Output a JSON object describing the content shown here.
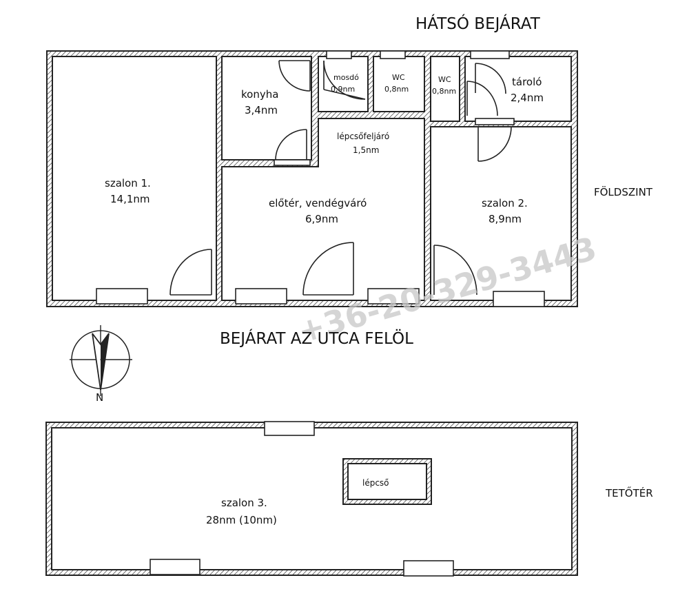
{
  "headings": {
    "back_entrance": "HÁTSÓ BEJÁRAT",
    "street_entrance": "BEJÁRAT AZ UTCA FELÖL",
    "ground_floor": "FÖLDSZINT",
    "attic": "TETŐTÉR"
  },
  "rooms": {
    "szalon1": {
      "name": "szalon 1.",
      "area": "14,1nm"
    },
    "konyha": {
      "name": "konyha",
      "area": "3,4nm"
    },
    "mosdo": {
      "name": "mosdó",
      "area": "0,9nm"
    },
    "wc1": {
      "name": "WC",
      "area": "0,8nm"
    },
    "wc2": {
      "name": "WC",
      "area": "0,8nm"
    },
    "tarolo": {
      "name": "tároló",
      "area": "2,4nm"
    },
    "lepcsofeljaro": {
      "name": "lépcsőfeljáró",
      "area": "1,5nm"
    },
    "eloter": {
      "name": "előtér, vendégváró",
      "area": "6,9nm"
    },
    "szalon2": {
      "name": "szalon 2.",
      "area": "8,9nm"
    },
    "szalon3": {
      "name": "szalon 3.",
      "area": "28nm (10nm)"
    },
    "lepcso": {
      "name": "lépcső"
    }
  },
  "compass": {
    "north_label": "N"
  },
  "watermark": "+36-20-329-3443",
  "colors": {
    "wall": "#222222",
    "background": "#ffffff",
    "watermark": "#c8c8c8"
  }
}
